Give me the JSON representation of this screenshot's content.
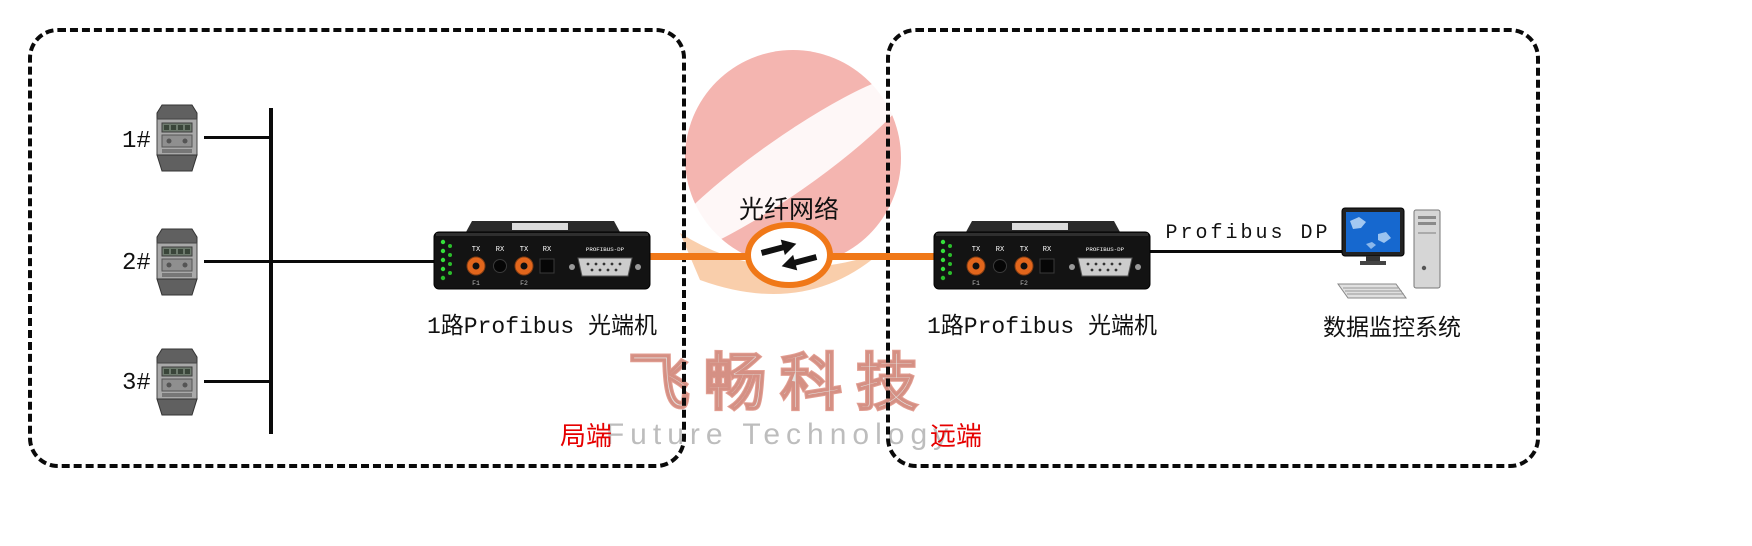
{
  "colors": {
    "accent_red": "#e60000",
    "fiber_orange": "#f07818"
  },
  "watermark": {
    "brand": "飞畅科技",
    "subtitle": "Future Technology"
  },
  "local_zone": {
    "label": "局端",
    "nodes": [
      {
        "label": "1#"
      },
      {
        "label": "2#"
      },
      {
        "label": "3#"
      }
    ],
    "device_caption": "1路Profibus 光端机"
  },
  "fiber": {
    "cloud_label": "光纤网络"
  },
  "remote_zone": {
    "label": "远端",
    "device_caption": "1路Profibus 光端机",
    "link_label": "Profibus DP",
    "workstation_caption": "数据监控系统"
  },
  "device_panel": {
    "ports": [
      "TX",
      "RX",
      "TX",
      "RX"
    ],
    "fiber_ports": [
      "F1",
      "F2"
    ],
    "db9_label": "PROFIBUS-DP"
  }
}
